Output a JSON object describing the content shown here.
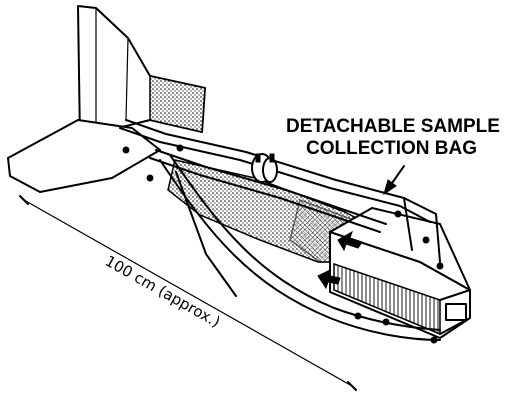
{
  "callout": {
    "line1": "DETACHABLE SAMPLE",
    "line2": "COLLECTION BAG"
  },
  "dimension": {
    "text": "100 cm (approx.)"
  }
}
